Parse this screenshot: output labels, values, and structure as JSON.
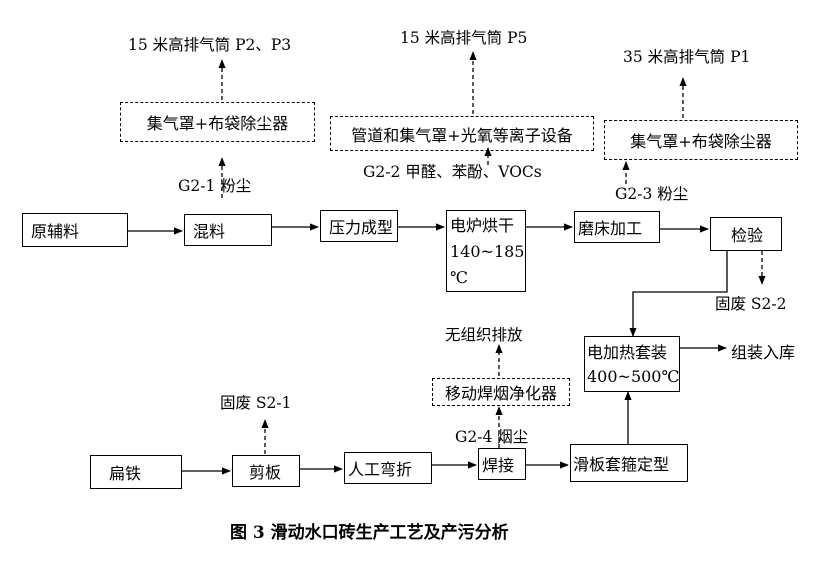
{
  "nodes": {
    "raw_material": "原辅料",
    "mixing": "混料",
    "press_forming": "压力成型",
    "electric_oven": "电炉烘干",
    "oven_temp_1": "140~185",
    "oven_temp_2": "℃",
    "grinding": "磨床加工",
    "inspection": "检验",
    "flat_iron": "扁铁",
    "shearing": "剪板",
    "manual_bending": "人工弯折",
    "welding": "焊接",
    "slide_sleeve": "滑板套箍定型",
    "electric_heating": "电加热套装",
    "heating_temp": "400~500℃",
    "assembly_storage": "组装入库"
  },
  "treatment": {
    "dust_collector_1": "集气罩+布袋除尘器",
    "photo_oxygen": "管道和集气罩+光氧等离子设备",
    "dust_collector_2": "集气罩+布袋除尘器",
    "fume_purifier": "移动焊烟净化器"
  },
  "emissions": {
    "stack_p2_p3": "15 米高排气筒 P2、P3",
    "stack_p5": "15 米高排气筒 P5",
    "stack_p1": "35 米高排气筒 P1",
    "g2_1": "G2-1 粉尘",
    "g2_2": "G2-2 甲醛、苯酚、VOCs",
    "g2_3": "G2-3 粉尘",
    "g2_4": "G2-4 烟尘",
    "unorganized": "无组织排放",
    "s2_1": "固废 S2-1",
    "s2_2": "固废 S2-2"
  },
  "caption": "图 3   滑动水口砖生产工艺及产污分析"
}
